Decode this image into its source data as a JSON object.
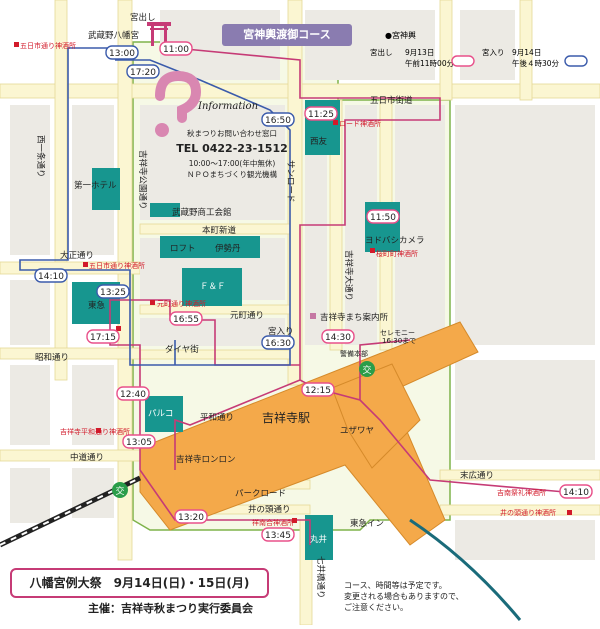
{
  "title": "宮神輿渡御コース",
  "legend": {
    "header": "●宮神輿",
    "departure": {
      "label": "宮出し",
      "date": "9月13日",
      "time": "午前11時00分",
      "color": "#e8508a"
    },
    "return": {
      "label": "宮入り",
      "date": "9月14日",
      "time": "午後４時30分",
      "color": "#3b5bab"
    }
  },
  "info": {
    "title": "Information",
    "desc": "秋まつりお問い合わせ窓口",
    "tel": "TEL 0422-23-1512",
    "hours": "10:00～17:00(年中無休)",
    "org": "ＮＰＯまちづくり観光機構"
  },
  "route_markers": {
    "pink": [
      {
        "id": "1100",
        "text": "11:00"
      },
      {
        "id": "1125",
        "text": "11:25"
      },
      {
        "id": "1150",
        "text": "11:50"
      },
      {
        "id": "1215",
        "text": "12:15"
      },
      {
        "id": "1240",
        "text": "12:40"
      },
      {
        "id": "1305",
        "text": "13:05"
      },
      {
        "id": "1320",
        "text": "13:20"
      },
      {
        "id": "1345",
        "text": "13:45"
      },
      {
        "id": "1410p",
        "text": "14:10"
      },
      {
        "id": "1430",
        "text": "14:30"
      },
      {
        "id": "1655",
        "text": "16:55"
      },
      {
        "id": "1715",
        "text": "17:15"
      }
    ],
    "blue": [
      {
        "id": "1300",
        "text": "13:00"
      },
      {
        "id": "1720",
        "text": "17:20"
      },
      {
        "id": "1650",
        "text": "16:50"
      },
      {
        "id": "1410b",
        "text": "14:10"
      },
      {
        "id": "1325",
        "text": "13:25"
      },
      {
        "id": "1630",
        "text": "16:30"
      }
    ]
  },
  "labels": {
    "miyadashi": "宮出し",
    "hachimangu": "武蔵野八幡宮",
    "itsukaichi_shrine": "五日市通り神酒所",
    "itsukaichi_road": "五日市街道",
    "nishi_yojo": "西一条通り",
    "daiichi_hotel": "第一ホテル",
    "koen_dori": "吉祥寺公園通り",
    "shoko_kaikan": "武蔵野商工会館",
    "honmachi": "本町新道",
    "loft": "ロフト",
    "isetan": "伊勢丹",
    "seiyu": "西友",
    "road_shrine": "ロード神酒所",
    "sunroad": "サンロード",
    "yodobashi": "ヨドバシカメラ",
    "sakuraba_shrine": "桜町町神酒所",
    "odori": "吉祥寺大通り",
    "taisho": "大正通り",
    "tokyu": "東急",
    "motomachi_shrine": "元町通り神酒所",
    "fnf": "Ｆ＆Ｆ",
    "motomachi": "元町通り",
    "miyairi": "宮入り",
    "machi_annai": "吉祥寺まち案内所",
    "ceremony": "セレモニー",
    "ceremony_time": "16:30まで",
    "honbu": "警備本部",
    "showa": "昭和通り",
    "daiya": "ダイヤ街",
    "kichijoji_station": "吉祥寺駅",
    "yuzawaya": "ユザワヤ",
    "parco": "パルコ",
    "heiwa": "平和通り",
    "heiwa_shrine": "吉祥寺平和通り神酒所",
    "nakamichi": "中道通り",
    "ronron": "吉祥寺ロンロン",
    "park_road": "パークロード",
    "inokashira_dori": "井の頭通り",
    "shukusha_shrine": "祥南合神酒所",
    "tokyu_inn": "東急イン",
    "marui": "丸井",
    "suehiro": "末広通り",
    "kichinan_shrine": "吉南祭礼神酒所",
    "inokashira_shrine": "井の頭通り神酒所",
    "nanai_bashi": "七井橋通り",
    "station_mark": "交"
  },
  "festival": "八幡宮例大祭　9月14日(日)・15日(月)",
  "organizer": "主催：吉祥寺秋まつり実行委員会",
  "note": [
    "コース、時間等は予定です。",
    "変更される場合もありますので、",
    "ご注意ください。"
  ]
}
